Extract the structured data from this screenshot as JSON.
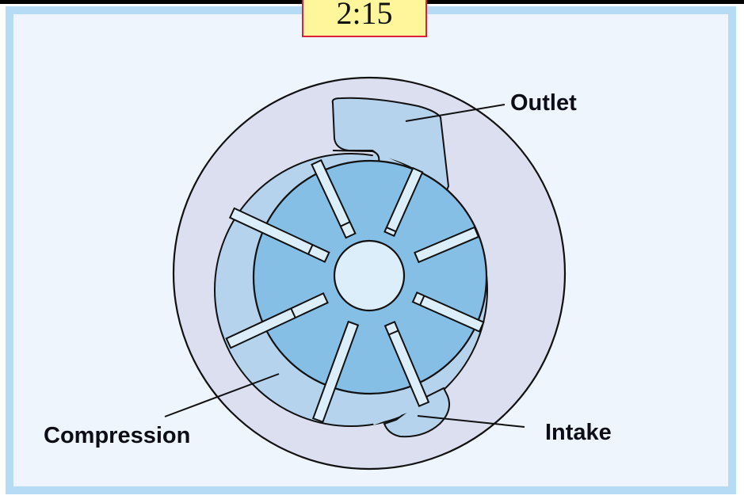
{
  "timer": {
    "value": "2:15"
  },
  "diagram": {
    "type": "vane-pump-cross-section",
    "labels": {
      "outlet": "Outlet",
      "intake": "Intake",
      "compression": "Compression"
    },
    "colors": {
      "frame_border": "#b5dcf4",
      "background": "#eef5fd",
      "housing": "#dcdff0",
      "chamber": "#b6d3ee",
      "rotor": "#86bfe6",
      "hub": "#ddeefb",
      "vane": "#ddeefb",
      "timer_bg": "#fff59a",
      "timer_border": "#e0203a"
    }
  }
}
